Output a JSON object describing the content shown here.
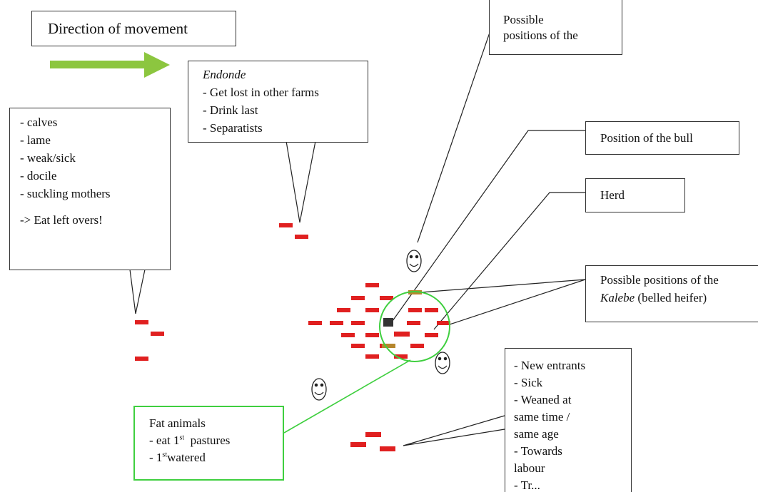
{
  "direction_box": {
    "text": "Direction of movement"
  },
  "endonde_box": {
    "title": "Endonde",
    "items": [
      "- Get lost in other farms",
      "- Drink last",
      "- Separatists"
    ]
  },
  "left_box": {
    "items": [
      "- calves",
      "- lame",
      "- weak/sick",
      "- docile",
      "- suckling mothers"
    ],
    "note": "-> Eat left overs!"
  },
  "positions_box": {
    "lines": [
      "Possible",
      "positions of the"
    ]
  },
  "bull_box": {
    "text": "Position of the bull"
  },
  "herd_box": {
    "text": "Herd"
  },
  "kalebe_box": {
    "line1": "Possible positions of the",
    "name": "Kalebe",
    "rest": " (belled heifer)"
  },
  "entrants_box": {
    "lines": [
      "- New entrants",
      "- Sick",
      "- Weaned at",
      "same time /",
      "same age",
      "- Towards",
      "labour",
      "- Tr..."
    ]
  },
  "fat_box": {
    "title": "Fat animals",
    "line2_pre": "- eat 1",
    "line2_sup": "st",
    "line2_post": "  pastures",
    "line3_pre": "- 1",
    "line3_sup": "st",
    "line3_post": "watered"
  },
  "colors": {
    "arrow": "#8cc63f",
    "animal": "#e02020",
    "bull": "#333333",
    "kalebe": "#b5862c",
    "fat_highlight": "#3fcf3f"
  },
  "icons": [
    "smiley-face-icon",
    "right-arrow-icon"
  ]
}
